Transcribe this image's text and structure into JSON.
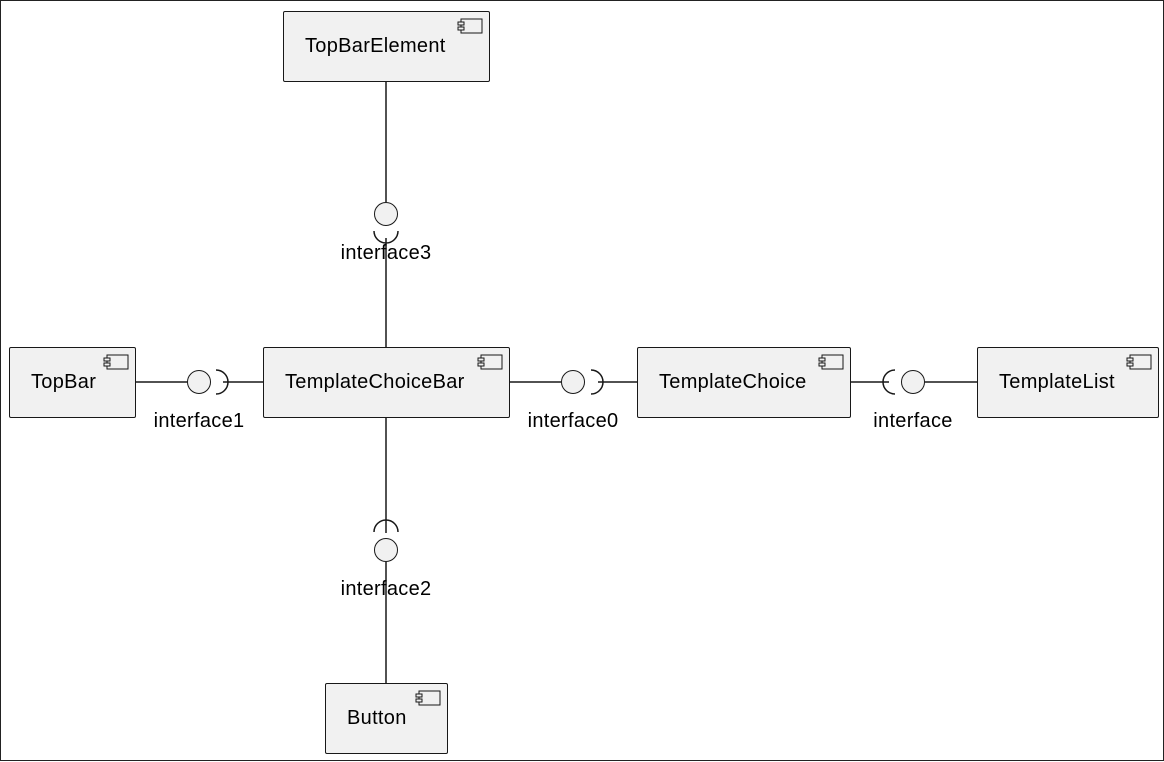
{
  "components": {
    "topbarelement": "TopBarElement",
    "topbar": "TopBar",
    "templatechoicebar": "TemplateChoiceBar",
    "templatechoice": "TemplateChoice",
    "templatelist": "TemplateList",
    "button": "Button"
  },
  "interfaces": {
    "interface3": "interface3",
    "interface1": "interface1",
    "interface0": "interface0",
    "interface": "interface",
    "interface2": "interface2"
  },
  "colors": {
    "component_fill": "#f1f1f1",
    "stroke": "#181818",
    "background": "#ffffff"
  }
}
